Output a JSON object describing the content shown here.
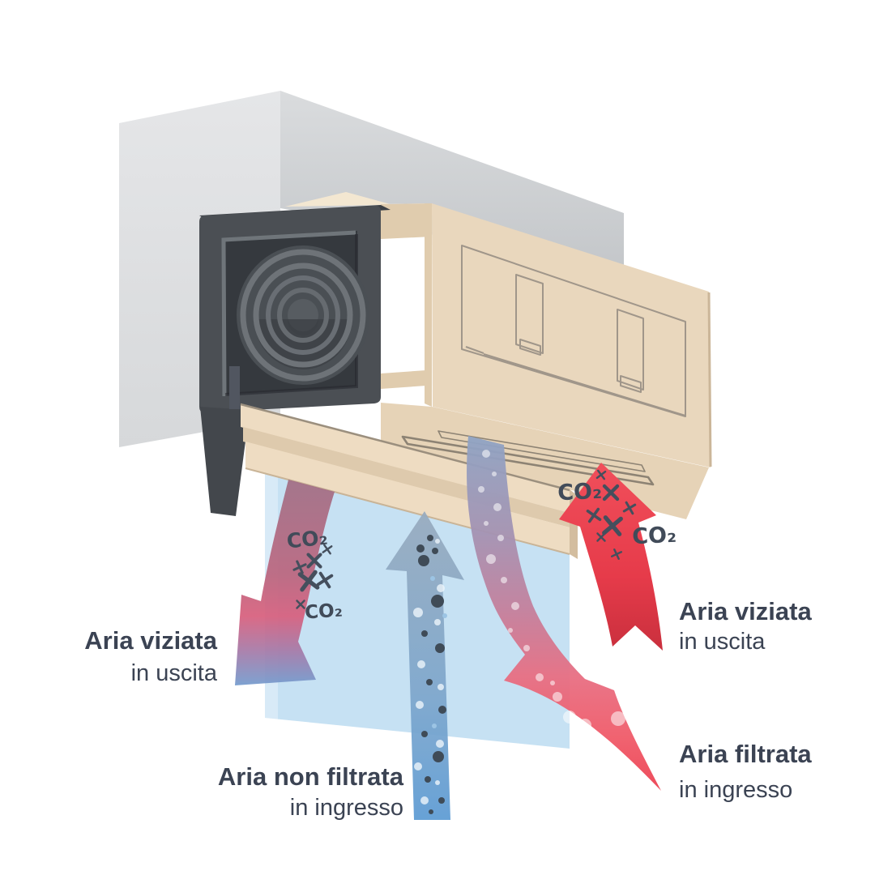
{
  "diagram": {
    "co2_label": "CO₂",
    "labels": {
      "stale_air_left": {
        "line1": "Aria viziata",
        "line2": "in uscita"
      },
      "unfiltered_air": {
        "line1": "Aria non filtrata",
        "line2": "in ingresso"
      },
      "stale_air_right": {
        "line1": "Aria viziata",
        "line2": "in uscita"
      },
      "filtered_air": {
        "line1": "Aria filtrata",
        "line2": "in ingresso"
      }
    },
    "colors": {
      "wall_gray": "#dfe1e2",
      "wall_gray_side": "#ced1d3",
      "unit_beige": "#e9d7bd",
      "unit_beige_top": "#f3e7d1",
      "unit_beige_bottom": "#e6d3b7",
      "unit_beige_end": "#e0ccae",
      "fascia_beige": "#eedcc2",
      "fascia_beige_mid": "#decaad",
      "shutter_dark": "#4b4f54",
      "glass_blue": "#c6e1f3",
      "arrow_red": "#e8414f",
      "arrow_blue": "#5d9bd3",
      "arrow_mauve": "#a86f85",
      "label_text": "#3b4353",
      "co2_text": "#414b59"
    }
  }
}
